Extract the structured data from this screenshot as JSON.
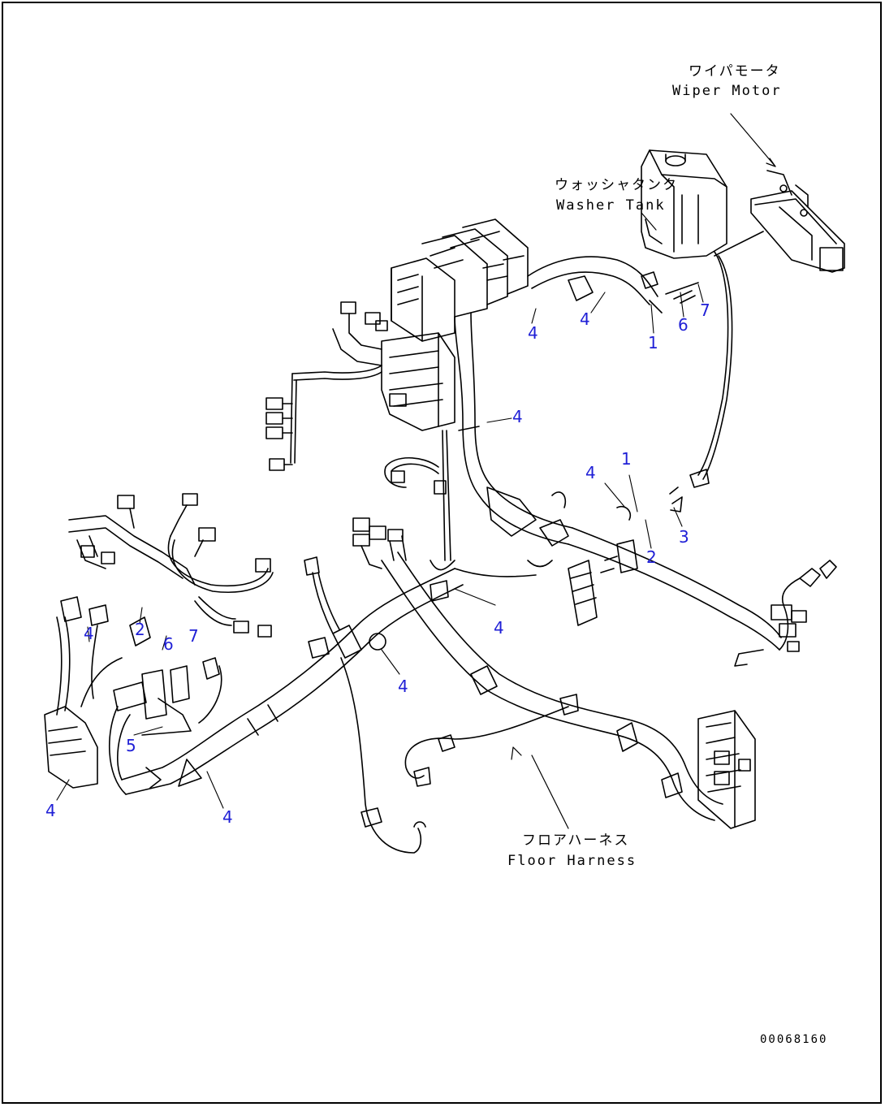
{
  "part_code": "00068160",
  "annotations": {
    "wiper_motor_jp": "ワイパモータ",
    "wiper_motor_en": "Wiper Motor",
    "washer_tank_jp": "ウォッシャタンク",
    "washer_tank_en": "Washer Tank",
    "floor_harness_jp": "フロアハーネス",
    "floor_harness_en": "Floor Harness"
  },
  "callouts": [
    {
      "id": "c1",
      "text": "4"
    },
    {
      "id": "c2",
      "text": "4"
    },
    {
      "id": "c3",
      "text": "1"
    },
    {
      "id": "c4",
      "text": "6"
    },
    {
      "id": "c5",
      "text": "7"
    },
    {
      "id": "c6",
      "text": "4"
    },
    {
      "id": "c7",
      "text": "4"
    },
    {
      "id": "c8",
      "text": "1"
    },
    {
      "id": "c9",
      "text": "2"
    },
    {
      "id": "c10",
      "text": "3"
    },
    {
      "id": "c11",
      "text": "4"
    },
    {
      "id": "c12",
      "text": "4"
    },
    {
      "id": "c13",
      "text": "2"
    },
    {
      "id": "c14",
      "text": "7"
    },
    {
      "id": "c15",
      "text": "6"
    },
    {
      "id": "c16",
      "text": "4"
    },
    {
      "id": "c17",
      "text": "5"
    },
    {
      "id": "c18",
      "text": "4"
    },
    {
      "id": "c19",
      "text": "4"
    }
  ]
}
